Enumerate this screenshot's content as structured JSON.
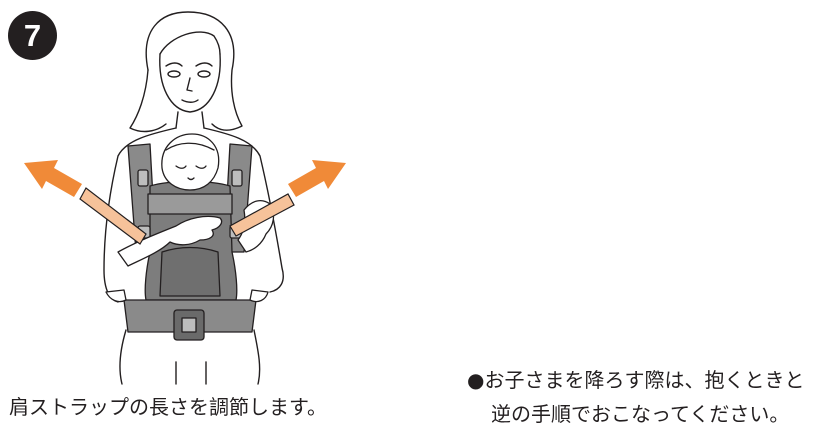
{
  "step": {
    "number": "7"
  },
  "caption": {
    "text": "肩ストラップの長さを調節します。"
  },
  "note": {
    "line1": "●お子さまを降ろす際は、抱くときと",
    "line2": "逆の手順でおこなってください。"
  },
  "colors": {
    "badge": "#231f20",
    "arrow": "#f08a38",
    "strap": "#f6c29a",
    "carrier": "#7d7d7d",
    "line": "#231f20"
  }
}
